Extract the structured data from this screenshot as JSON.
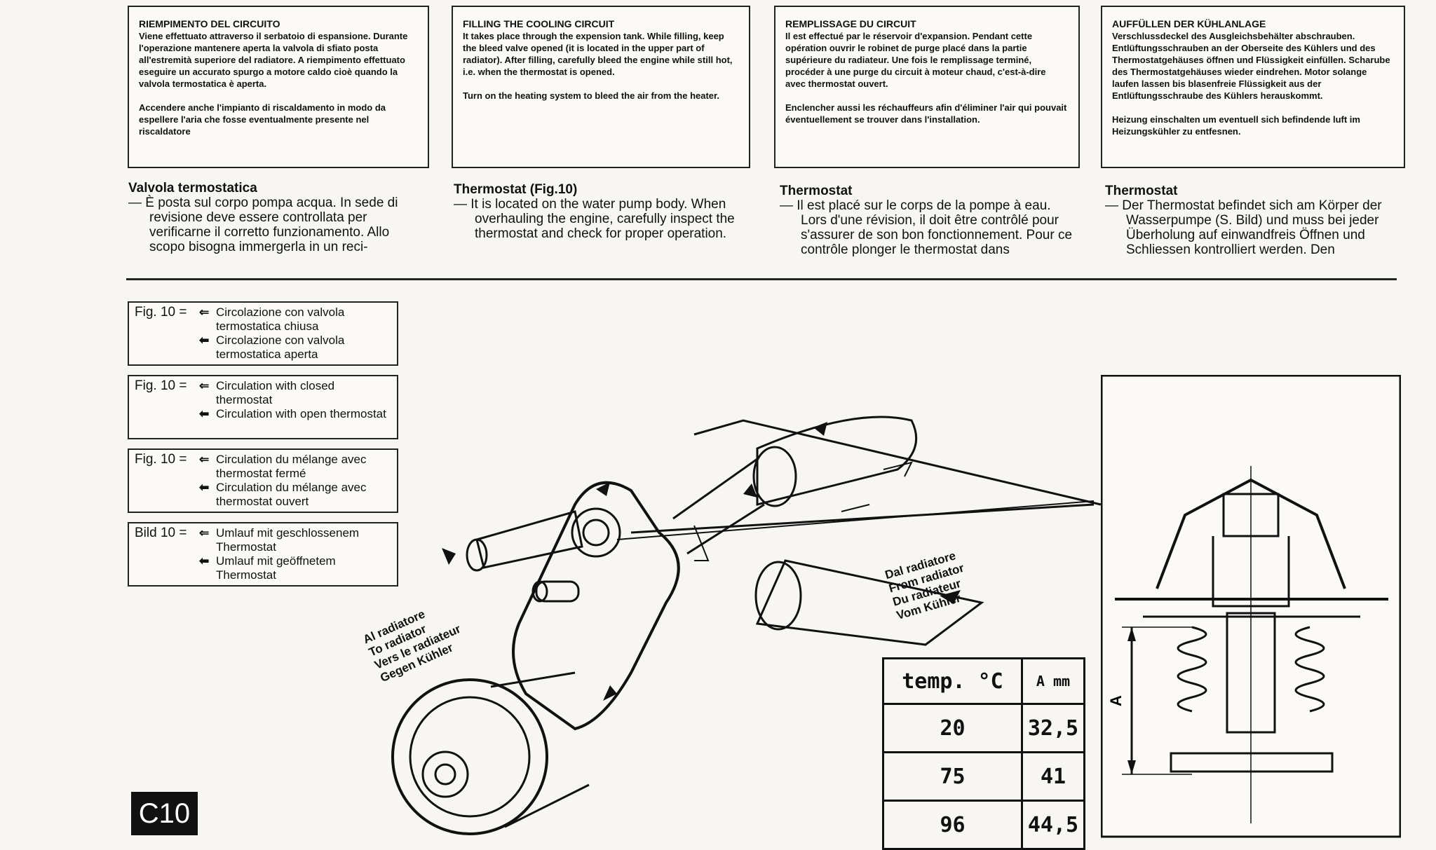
{
  "boxes": {
    "it": {
      "heading": "RIEMPIMENTO DEL CIRCUITO",
      "para1": "Viene effettuato attraverso il serbatoio di espansione. Durante l'operazione mantenere aperta la valvola di sfiato posta all'estremità superiore del radiatore. A riempimento effettuato eseguire un accurato spurgo a motore caldo cioè quando la valvola termostatica è aperta.",
      "para2": "Accendere anche l'impianto di riscaldamento in modo da espellere l'aria che fosse eventualmente presente nel riscaldatore"
    },
    "en": {
      "heading": "FILLING THE COOLING CIRCUIT",
      "para1": "It takes place through the expension tank. While filling, keep the bleed valve opened (it is located in the upper part of radiator). After filling, carefully bleed the engine while still hot, i.e. when the thermostat is opened.",
      "para2": "Turn on the heating system to bleed the air from the heater."
    },
    "fr": {
      "heading": "REMPLISSAGE DU CIRCUIT",
      "para1": "Il est effectué par le réservoir d'expansion. Pendant cette opération ouvrir le robinet de purge placé dans la partie supérieure du radiateur. Une fois le remplissage terminé, procéder à une purge du circuit à moteur chaud, c'est-à-dire avec thermostat ouvert.",
      "para2": "Enclencher aussi les réchauffeurs afin d'éliminer l'air qui pouvait éventuellement se trouver dans l'installation."
    },
    "de": {
      "heading": "AUFFÜLLEN DER KÜHLANLAGE",
      "para1": "Verschlussdeckel des Ausgleichsbehälter abschrauben. Entlüftungsschrauben an der Oberseite des Kühlers und des Thermostatgehäuses öffnen und Flüssigkeit einfüllen. Scharube des Thermostatgehäuses wieder eindrehen. Motor solange laufen lassen bis blasenfreie Flüssigkeit aus der Entlüftungsschraube des Kühlers herauskommt.",
      "para2": "Heizung einschalten um eventuell sich befindende luft im Heizungskühler zu entfesnen."
    }
  },
  "columns": {
    "it": {
      "heading": "Valvola termostatica",
      "text": "— È posta sul corpo pompa acqua. In sede di revisione deve essere controllata per verificarne il corretto funzionamento. Allo scopo bisogna immergerla in un reci-"
    },
    "en": {
      "heading": "Thermostat (Fig.10)",
      "text": "— It is located on the water pump body. When overhauling the engine, carefully inspect the thermostat and check for proper operation."
    },
    "fr": {
      "heading": "Thermostat",
      "text": "— Il est placé sur le corps de la pompe à eau. Lors d'une révision, il doit être contrôlé pour s'assurer de son bon fonctionnement. Pour ce contrôle plonger le thermostat dans"
    },
    "de": {
      "heading": "Thermostat",
      "text": "— Der Thermostat befindet sich am Körper der Wasserpumpe (S. Bild) und muss bei jeder Überholung auf einwandfreis Öffnen und Schliessen kontrolliert werden. Den"
    }
  },
  "legends": [
    {
      "fig": "Fig. 10 =",
      "closed": "Circolazione con valvola termostatica chiusa",
      "open": "Circolazione con valvola termostatica aperta"
    },
    {
      "fig": "Fig. 10 =",
      "closed": "Circulation with closed thermostat",
      "open": "Circulation with open thermostat"
    },
    {
      "fig": "Fig. 10 =",
      "closed": "Circulation du mélange avec thermostat fermé",
      "open": "Circulation du mélange avec thermostat ouvert"
    },
    {
      "fig": "Bild 10 =",
      "closed": "Umlauf mit geschlossenem Thermostat",
      "open": "Umlauf mit geöffnetem Thermostat"
    }
  ],
  "arrows": {
    "closed": "⇐",
    "open": "⬅"
  },
  "diagram": {
    "from_radiator": [
      "Dal radiatore",
      "From radiator",
      "Du radiateur",
      "Vom Kühler"
    ],
    "to_radiator": [
      "Al radiatore",
      "To radiator",
      "Vers le radiateur",
      "Gegen Kühler"
    ],
    "dimension_label": "A"
  },
  "table": {
    "header_temp": "temp.  °C",
    "header_a": "A mm",
    "rows": [
      {
        "temp": "20",
        "a": "32,5"
      },
      {
        "temp": "75",
        "a": "41"
      },
      {
        "temp": "96",
        "a": "44,5"
      }
    ]
  },
  "page_number": "C10"
}
